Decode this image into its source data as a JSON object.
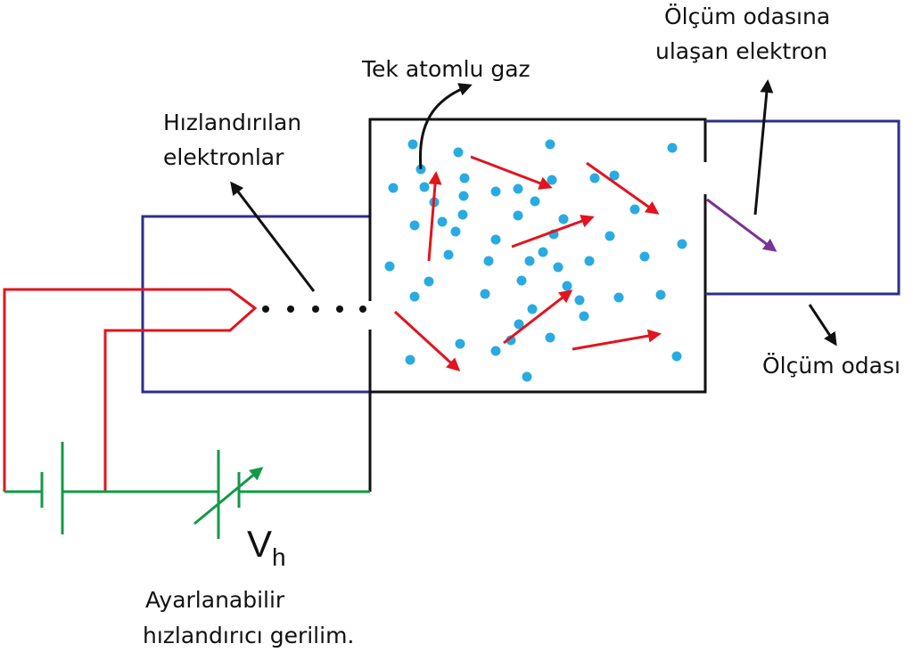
{
  "labels": {
    "monatomic_gas": "Tek atomlu gaz",
    "accelerated_electrons": [
      "Hızlandırılan",
      "elektronlar"
    ],
    "electron_reaching_chamber": [
      "Ölçüm odasına",
      "ulaşan elektron"
    ],
    "measurement_chamber": "Ölçüm odası",
    "voltage_symbol": "V",
    "voltage_subscript": "h",
    "adjustable_voltage": [
      "Ayarlanabilir",
      "hızlandırıcı gerilim."
    ]
  },
  "colors": {
    "gas_atom": "#29abe2",
    "electron_arrow": "#e1141e",
    "exit_electron_arrow": "#7b3294",
    "circuit_wire": "#e1141e",
    "battery_wire": "#129a48",
    "tube_outline": "#2e2e8a",
    "chamber_outline": "#111111",
    "pointer_arrow": "#111111"
  }
}
